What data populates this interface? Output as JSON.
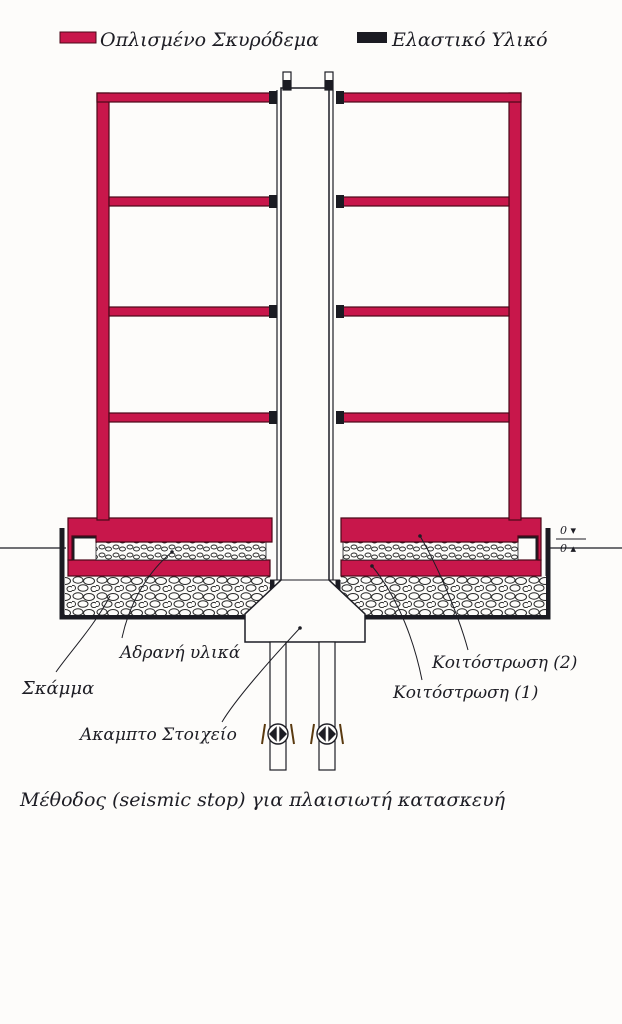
{
  "legend": {
    "concrete_label": "Οπλισμένο Σκυρόδεμα",
    "elastic_label": "Ελαστικό Υλικό"
  },
  "labels": {
    "inert_material": "Αδρανή υλικά",
    "excavation": "Σκάμμα",
    "rigid_element": "Ακαμπτο Στοιχείο",
    "bedding_1": "Κοιτόστρωση (1)",
    "bedding_2": "Κοιτόστρωση (2)",
    "level_top": "0 ▾",
    "level_bottom": "0 ▴"
  },
  "caption": "Μέθοδος (seismic stop) για πλαισιωτή κατασκευή",
  "colors": {
    "concrete": "#c8174b",
    "concrete_edge": "#4a0818",
    "elastic": "#1b1b22",
    "ink": "#1d1d24",
    "paper": "#fdfcfa"
  }
}
